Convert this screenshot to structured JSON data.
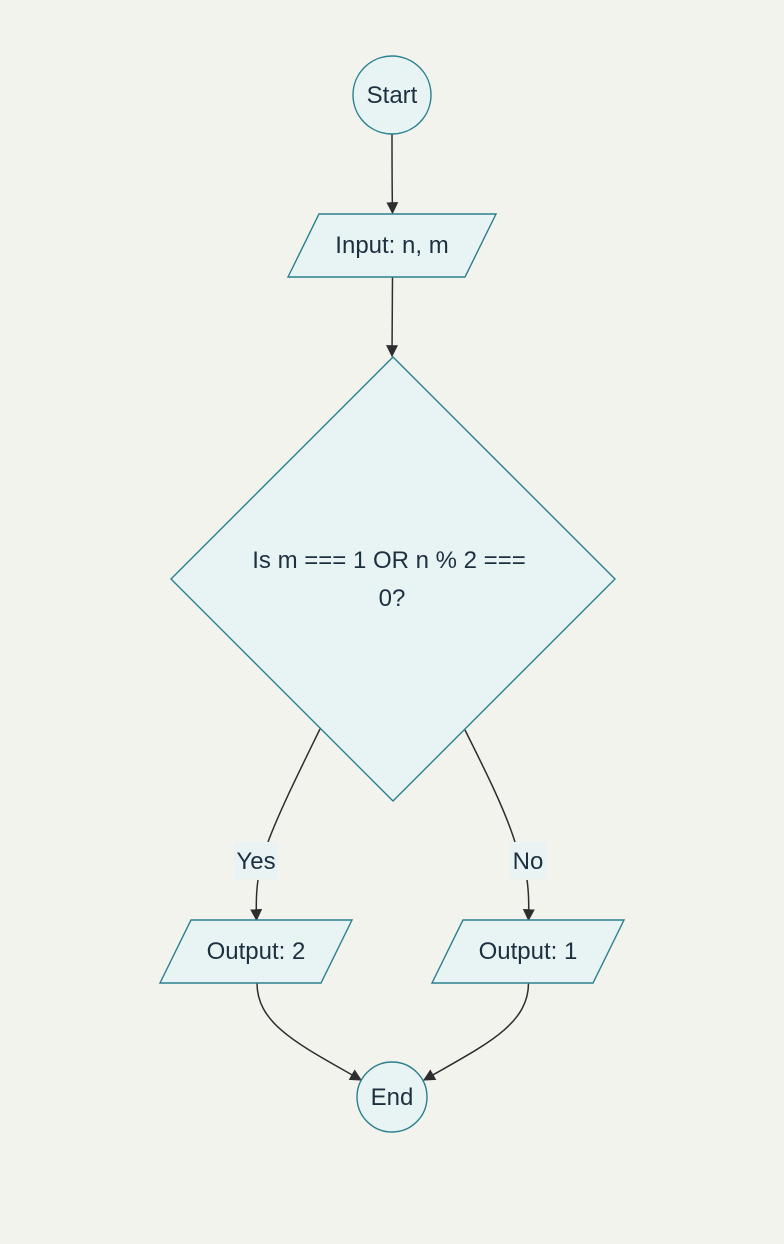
{
  "diagram": {
    "type": "flowchart",
    "colors": {
      "background": "#f3f3ee",
      "node_fill": "#e8f3f4",
      "node_stroke": "#2a7f8d",
      "edge": "#2e2e2e",
      "text": "#1d3040"
    },
    "nodes": {
      "start": {
        "label": "Start",
        "shape": "circle"
      },
      "input": {
        "label": "Input: n, m",
        "shape": "parallelogram"
      },
      "decision": {
        "label_line1": "Is m === 1 OR n % 2 ===",
        "label_line2": "0?",
        "shape": "diamond"
      },
      "output2": {
        "label": "Output: 2",
        "shape": "parallelogram"
      },
      "output1": {
        "label": "Output: 1",
        "shape": "parallelogram"
      },
      "end": {
        "label": "End",
        "shape": "circle"
      }
    },
    "edges": {
      "yes_label": "Yes",
      "no_label": "No"
    }
  }
}
